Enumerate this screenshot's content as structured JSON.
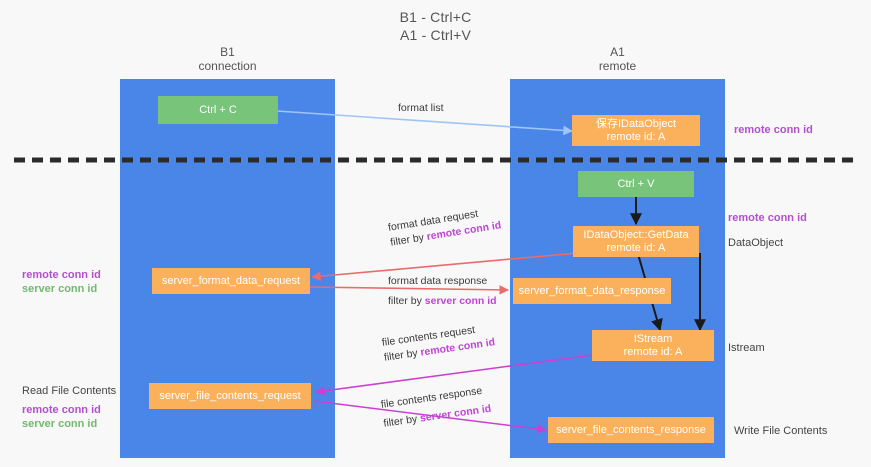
{
  "title": {
    "line1": "B1 - Ctrl+C",
    "line2": "A1 - Ctrl+V"
  },
  "columns": [
    {
      "name": "B1",
      "sub": "connection"
    },
    {
      "name": "A1",
      "sub": "remote"
    }
  ],
  "nodes": {
    "ctrl_c": {
      "label": "Ctrl + C"
    },
    "ctrl_v": {
      "label": "Ctrl + V"
    },
    "hold_idataobject": {
      "line1": "保存IDataObject",
      "line2": "remote id: A"
    },
    "getdata": {
      "line1": "IDataObject::GetData",
      "line2": "remote id: A"
    },
    "istream": {
      "line1": "IStream",
      "line2": "remote id: A"
    },
    "server_format_data_request": {
      "label": "server_format_data_request"
    },
    "server_format_data_response": {
      "label": "server_format_data_response"
    },
    "server_file_contents_request": {
      "label": "server_file_contents_request"
    },
    "server_file_contents_response": {
      "label": "server_file_contents_response"
    }
  },
  "edges": {
    "format_list": {
      "label": "format list"
    },
    "format_data_request": {
      "line1": "format data request",
      "line2_prefix": "filter by ",
      "line2_key": "remote conn id"
    },
    "format_data_response": {
      "line1": "format data response",
      "line2_prefix": "filter by ",
      "line2_key": "server conn id"
    },
    "file_contents_request": {
      "line1": "file contents request",
      "line2_prefix": "filter by ",
      "line2_key": "remote conn id"
    },
    "file_contents_response": {
      "line1": "file contents response",
      "line2_prefix": "filter by ",
      "line2_key": "server conn id"
    }
  },
  "left_labels": {
    "format_block": {
      "remote": "remote conn id",
      "server": "server conn id"
    },
    "file_block": {
      "heading": "Read File Contents",
      "remote": "remote conn id",
      "server": "server conn id"
    }
  },
  "right_labels": {
    "top_remote": "remote conn id",
    "getdata_remote": "remote conn id",
    "dataobject": "DataObject",
    "istream": "Istream",
    "write_file_contents": "Write File Contents"
  },
  "colors": {
    "lane": "#4a86e8",
    "node_green": "#78c47a",
    "node_orange": "#fbb15c",
    "edge_format_list": "#9fc5f8",
    "edge_format_data": "#ea6b6b",
    "edge_file_contents": "#cc3fd1",
    "edge_internal": "#1a1a1a",
    "divider": "#2b2b2b",
    "accent_remote": "#b44fd0",
    "accent_server": "#71b96f",
    "background": "#f8f8f8"
  }
}
